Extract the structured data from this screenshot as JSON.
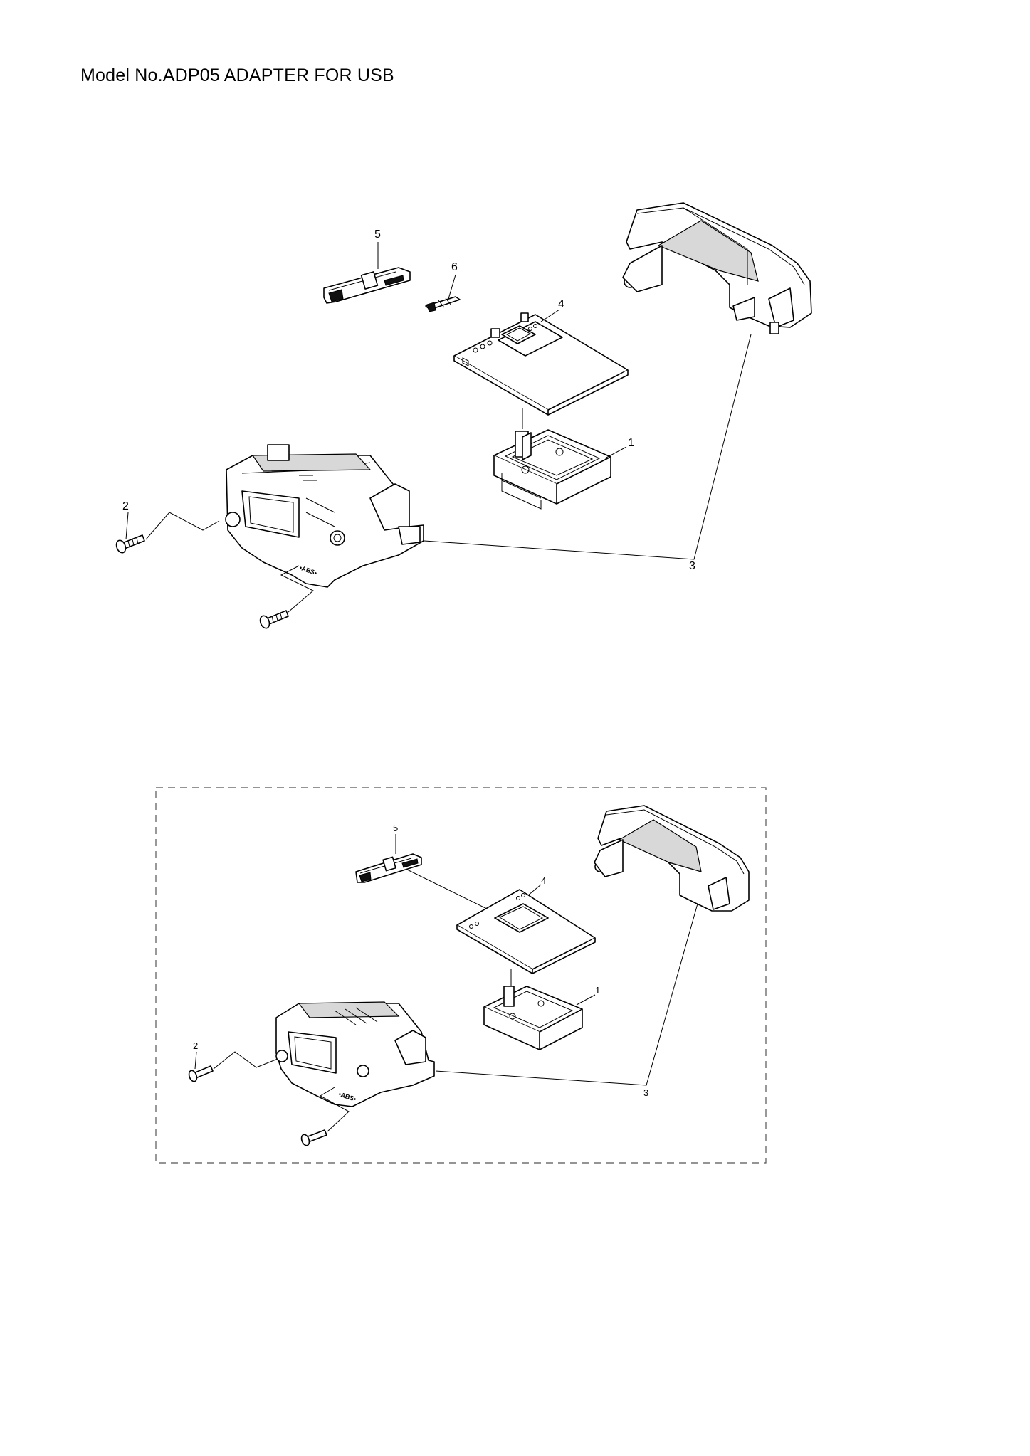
{
  "page": {
    "title": "Model No.ADP05 ADAPTER FOR USB"
  },
  "diagram_top": {
    "callouts": {
      "p1": "1",
      "p2": "2",
      "p3": "3",
      "p4": "4",
      "p5": "5",
      "p6": "6"
    },
    "housing_mark": "•ABS•"
  },
  "diagram_bottom": {
    "callouts": {
      "p1": "1",
      "p2": "2",
      "p3": "3",
      "p4": "4",
      "p5": "5"
    },
    "housing_mark": "•ABS•"
  }
}
